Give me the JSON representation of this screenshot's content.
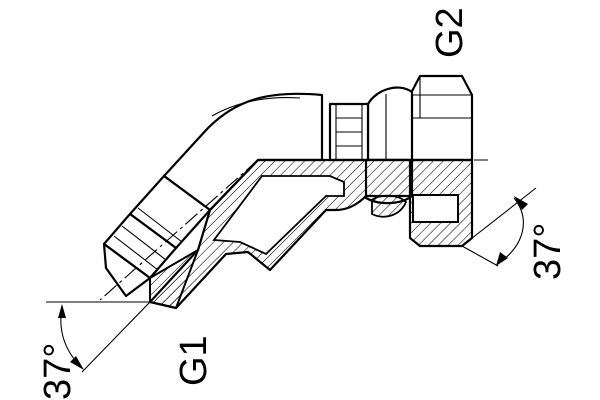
{
  "labels": {
    "port_1": "G1",
    "port_2": "G2",
    "angle_1": "37°",
    "angle_2": "37°"
  },
  "colors": {
    "line": "#000000",
    "background": "#ffffff"
  }
}
